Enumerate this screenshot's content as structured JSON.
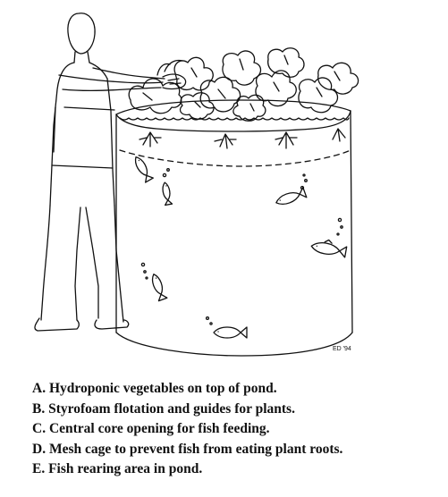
{
  "illustration": {
    "signature": "ED '94"
  },
  "legend": {
    "items": [
      "A. Hydroponic vegetables on top of pond.",
      "B. Styrofoam flotation and guides for plants.",
      "C. Central core opening for fish feeding.",
      "D. Mesh cage to prevent fish from eating plant roots.",
      "E. Fish rearing area in pond."
    ]
  },
  "colors": {
    "ink": "#111111",
    "background": "#ffffff"
  }
}
